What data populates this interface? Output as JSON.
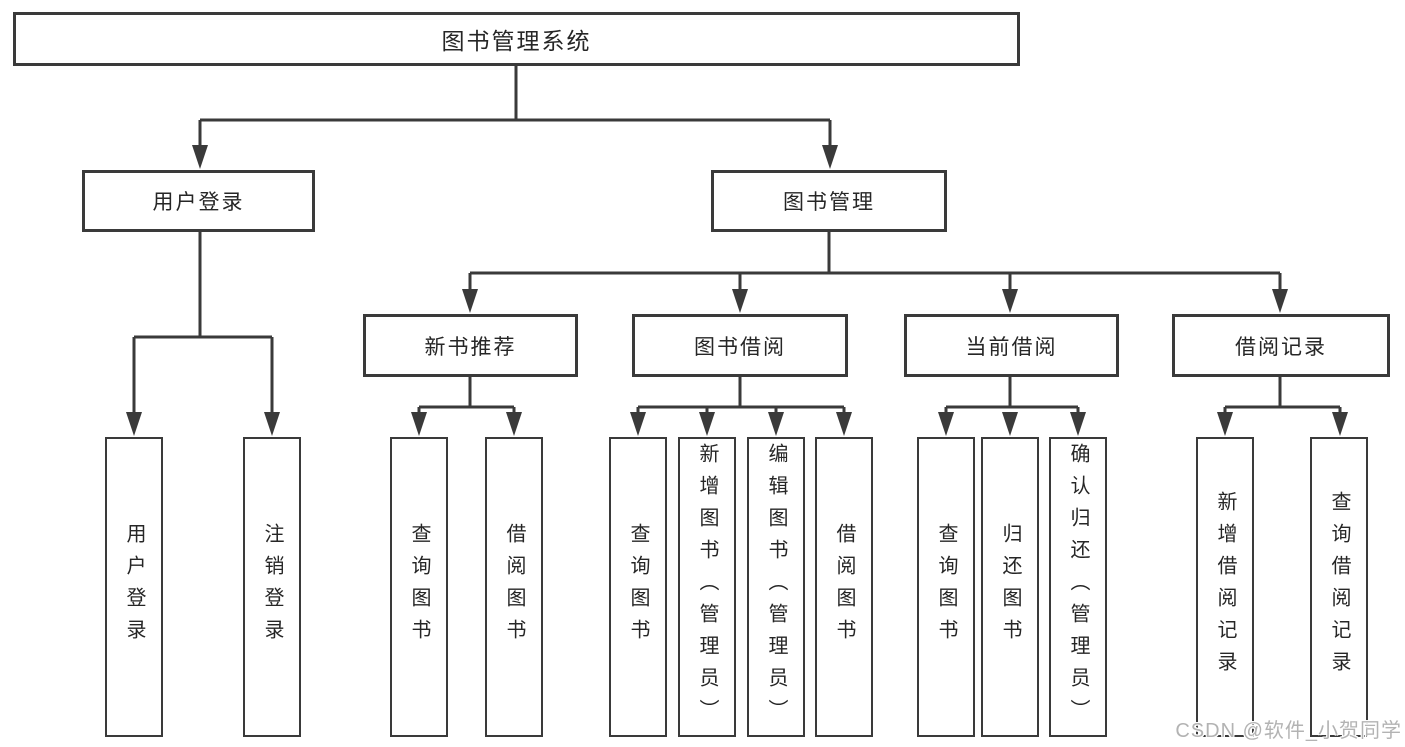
{
  "diagram": {
    "type": "tree-diagram",
    "title": "图书管理系统",
    "watermark": "CSDN @软件_小贺同学",
    "colors": {
      "background": "#ffffff",
      "line": "#3a3a3a",
      "box_border": "#3a3a3a",
      "text": "#262626",
      "watermark_text": "#b3b3b3"
    },
    "tree": {
      "label": "图书管理系统",
      "children": [
        {
          "label": "用户登录",
          "children": [
            {
              "label": "用户登录"
            },
            {
              "label": "注销登录"
            }
          ]
        },
        {
          "label": "图书管理",
          "children": [
            {
              "label": "新书推荐",
              "children": [
                {
                  "label": "查询图书"
                },
                {
                  "label": "借阅图书"
                }
              ]
            },
            {
              "label": "图书借阅",
              "children": [
                {
                  "label": "查询图书"
                },
                {
                  "label": "新增图书（管理员）"
                },
                {
                  "label": "编辑图书（管理员）"
                },
                {
                  "label": "借阅图书"
                }
              ]
            },
            {
              "label": "当前借阅",
              "children": [
                {
                  "label": "查询图书"
                },
                {
                  "label": "归还图书"
                },
                {
                  "label": "确认归还（管理员）"
                }
              ]
            },
            {
              "label": "借阅记录",
              "children": [
                {
                  "label": "新增借阅记录"
                },
                {
                  "label": "查询借阅记录"
                }
              ]
            }
          ]
        }
      ]
    }
  }
}
